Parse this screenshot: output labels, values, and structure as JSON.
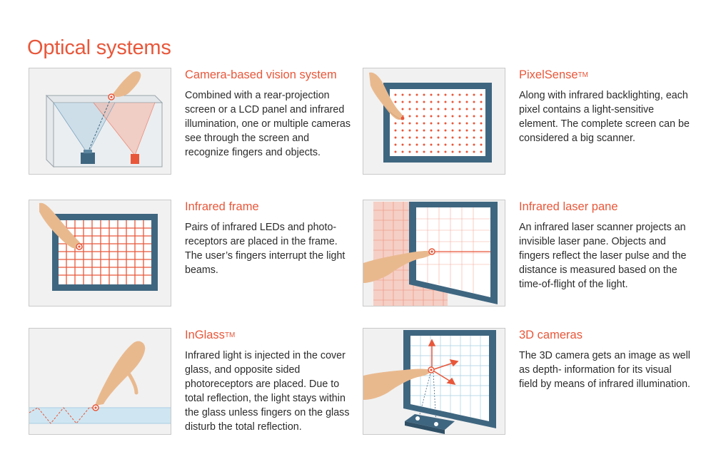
{
  "page": {
    "title": "Optical systems"
  },
  "colors": {
    "accent": "#e8573a",
    "frame": "#3f6680",
    "panel_bg": "#f1f1f1"
  },
  "cards": [
    {
      "title": "Camera-based vision system",
      "tm": "",
      "description": "Combined with a rear-projection screen or a LCD panel and infrared illumination, one or multiple cameras see through the screen and recognize fingers and objects."
    },
    {
      "title": "PixelSense",
      "tm": "TM",
      "description": "Along with infrared backlighting, each pixel contains a light-sensitive element. The complete screen can be considered a big scanner."
    },
    {
      "title": "Infrared frame",
      "tm": "",
      "description": "Pairs of infrared LEDs and photo-receptors are placed in the frame. The user’s fingers interrupt the light beams."
    },
    {
      "title": "Infrared laser pane",
      "tm": "",
      "description": "An infrared laser scanner projects an invisible laser pane. Objects and fingers reflect the laser pulse and the distance is measured based on the time-of-flight of the light."
    },
    {
      "title": "InGlass",
      "tm": "TM",
      "description": "Infrared light is injected in the cover glass, and opposite sided photoreceptors are placed. Due to total reflection, the light stays within the glass unless fingers on the glass disturb the total reflection."
    },
    {
      "title": "3D cameras",
      "tm": "",
      "description": "The 3D camera gets an image as well as depth- information for its visual field by means of infrared illumination."
    }
  ]
}
